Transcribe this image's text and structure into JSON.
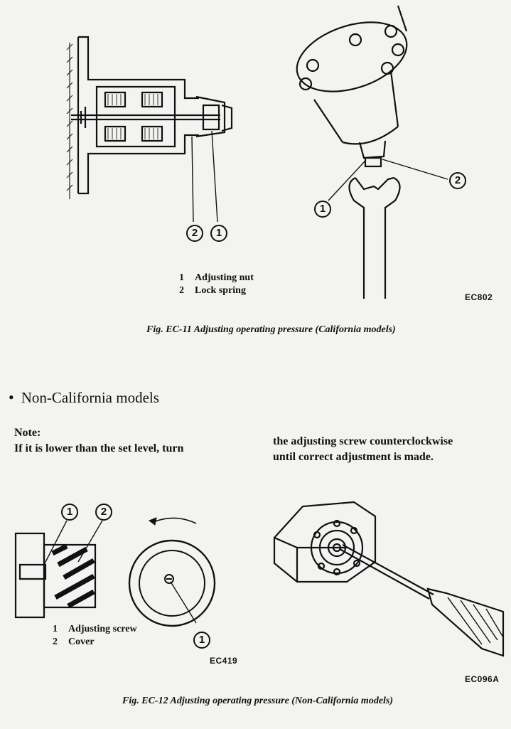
{
  "fig11": {
    "left_callouts": [
      "2",
      "1"
    ],
    "right_callouts": [
      "2",
      "1"
    ],
    "legend": [
      {
        "num": "1",
        "label": "Adjusting nut"
      },
      {
        "num": "2",
        "label": "Lock spring"
      }
    ],
    "code": "EC802",
    "caption": "Fig. EC-11  Adjusting operating pressure (California models)"
  },
  "section": {
    "bullet": "•",
    "heading": "Non-California models"
  },
  "note": {
    "title": "Note:",
    "col1_line": "If it is lower than the set level, turn",
    "col2_line1": "the adjusting screw counterclockwise",
    "col2_line2": "until correct adjustment is made."
  },
  "fig12": {
    "top_callouts": [
      "1",
      "2"
    ],
    "circle_callout": "1",
    "legend": [
      {
        "num": "1",
        "label": "Adjusting screw"
      },
      {
        "num": "2",
        "label": "Cover"
      }
    ],
    "code_left": "EC419",
    "code_right": "EC096A",
    "caption": "Fig. EC-12  Adjusting operating pressure (Non-California models)"
  }
}
